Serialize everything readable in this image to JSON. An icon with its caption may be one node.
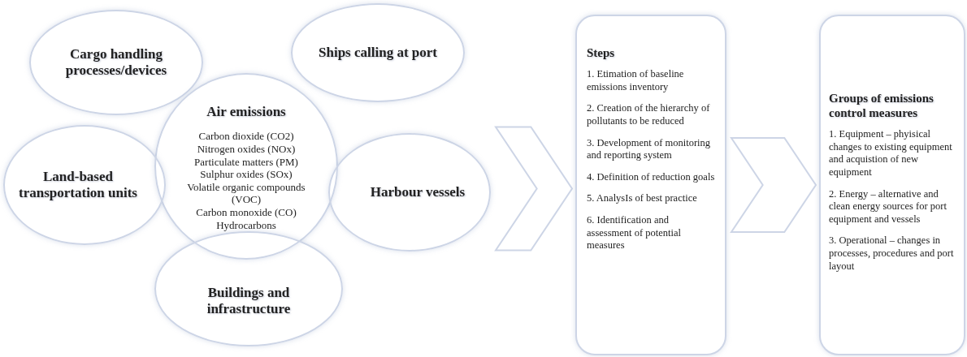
{
  "diagram": {
    "nodes": [
      {
        "text": [
          "Cargo handling processes/devices"
        ]
      },
      {
        "text": [
          "Ships calling at port"
        ]
      },
      {
        "text": [
          "Air emissions",
          "Carbon dioxide (CO2)",
          "Nitrogen oxides (NOx)",
          "Particulate matters (PM)",
          "Sulphur oxides (SOx)",
          "Volatile organic compounds (VOC)",
          "Carbon monoxide (CO)",
          "Hydrocarbons"
        ]
      },
      {
        "text": [
          "Land-based transportation units"
        ]
      },
      {
        "text": [
          "Harbour vessels"
        ]
      },
      {
        "text": [
          "Buildings and infrastructure"
        ]
      },
      {
        "text": [
          "Steps",
          "1. Etimation of baseline emissions inventory",
          "2. Creation of the hierarchy of pollutants to be reduced",
          "3. Development of monitoring and reporting system",
          "4. Definition of reduction goals",
          "5. AnalysIs of best practice",
          "6. Identification and assessment of potential measures"
        ]
      },
      {
        "text": [
          "Groups of emissions control measures",
          "1. Equipment – phyisical changes to existing equipment and acquistion of new equipment",
          "2. Energy – alternative and clean energy sources for port equipment and vessels",
          "3. Operational – changes in processes, procedures and port layout"
        ]
      }
    ],
    "edges": [
      {
        "from": 4,
        "to": 6,
        "arrow": "to"
      },
      {
        "from": 6,
        "to": 7,
        "arrow": "to"
      }
    ]
  }
}
